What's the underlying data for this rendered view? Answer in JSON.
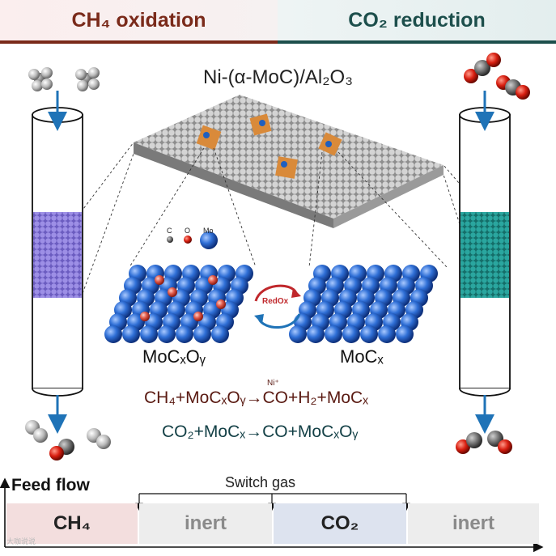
{
  "header": {
    "left": "CH₄ oxidation",
    "right": "CO₂ reduction"
  },
  "catalyst_title": "Ni-(α-MoC)/Al₂O₃",
  "legend": {
    "c": "C",
    "o": "O",
    "mo": "Mo"
  },
  "surface_left_label": "MoCₓOᵧ",
  "surface_right_label": "MoCₓ",
  "redox_label": "RedOx",
  "equation_1": "CH₄+MoCₓOᵧ→CO+H₂+MoCₓ",
  "equation_1_catalyst": "Ni⁺",
  "equation_2": "CO₂+MoCₓ→CO+MoCₓOᵧ",
  "timeline": {
    "axis_label": "Feed flow",
    "switch_label": "Switch gas",
    "segments": [
      "CH₄",
      "inert",
      "CO₂",
      "inert"
    ]
  },
  "watermark": "大咖说说",
  "colors": {
    "ch4_accent": "#7a2a1a",
    "co2_accent": "#1d4f4c",
    "ch4_bed": "#8a7bd6",
    "co2_bed": "#23948e",
    "arrow_blue": "#1f73b7",
    "mo_atom": "#2f6fd6",
    "o_atom": "#e05a4a"
  }
}
